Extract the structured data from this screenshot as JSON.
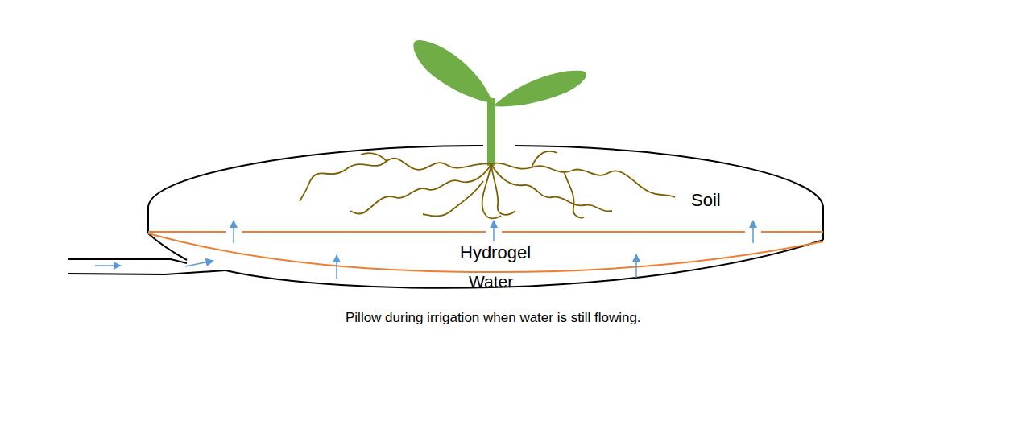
{
  "diagram": {
    "caption": "Pillow during irrigation when water is still flowing.",
    "labels": [
      "Soil",
      "Hydrogel",
      "Water"
    ]
  }
}
